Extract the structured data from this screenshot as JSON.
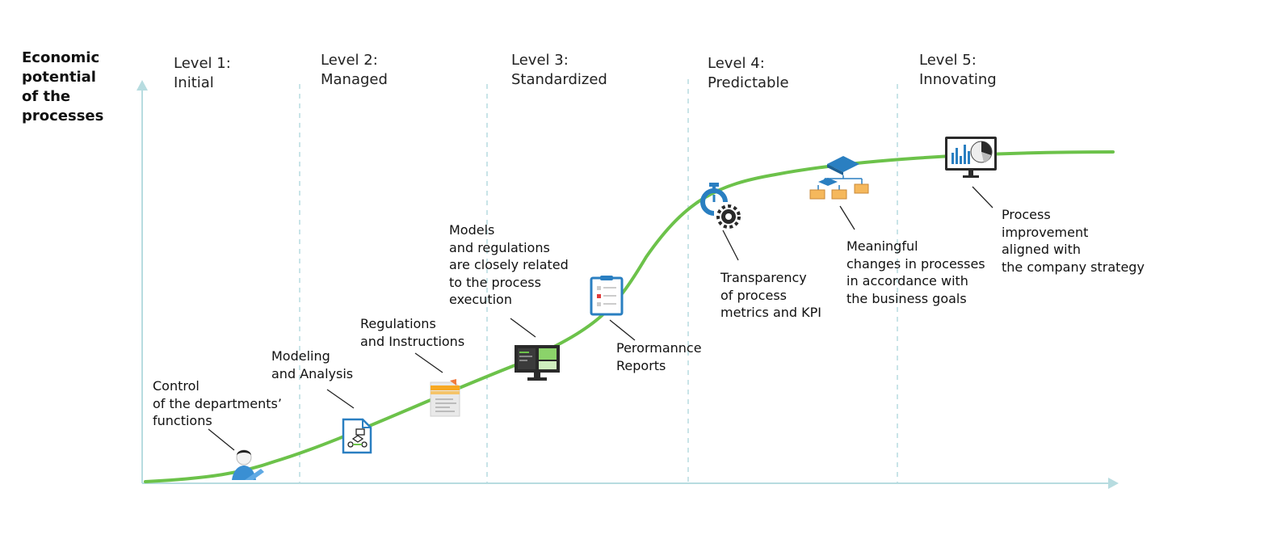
{
  "diagram": {
    "y_axis_title": "Economic\npotential\nof the\nprocesses",
    "levels": [
      {
        "label": "Level 1:\nInitial"
      },
      {
        "label": "Level 2:\nManaged"
      },
      {
        "label": "Level 3:\nStandardized"
      },
      {
        "label": "Level 4:\nPredictable"
      },
      {
        "label": "Level 5:\nInnovating"
      }
    ],
    "annotations": [
      {
        "text": "Control\nof the departments’\nfunctions",
        "icon": "user-icon"
      },
      {
        "text": "Modeling\nand Analysis",
        "icon": "process-model-icon"
      },
      {
        "text": "Regulations\nand Instructions",
        "icon": "document-icon"
      },
      {
        "text": "Models\nand regulations\nare closely related\nto the process\nexecution",
        "icon": "monitor-dashboard-icon"
      },
      {
        "text": "Perormannce\nReports",
        "icon": "clipboard-report-icon"
      },
      {
        "text": "Transparency\nof process\nmetrics and KPI",
        "icon": "stopwatch-gear-icon"
      },
      {
        "text": "Meaningful\nchanges in processes\nin accordance with\nthe business goals",
        "icon": "org-chart-icon"
      },
      {
        "text": "Process\nimprovement\naligned with\nthe company strategy",
        "icon": "analytics-monitor-icon"
      }
    ],
    "colors": {
      "curve": "#6cc24a",
      "axis": "#b7dce0",
      "divider": "#b7dce0",
      "accent_blue": "#2a7fc1",
      "accent_orange": "#f5b85c"
    }
  }
}
